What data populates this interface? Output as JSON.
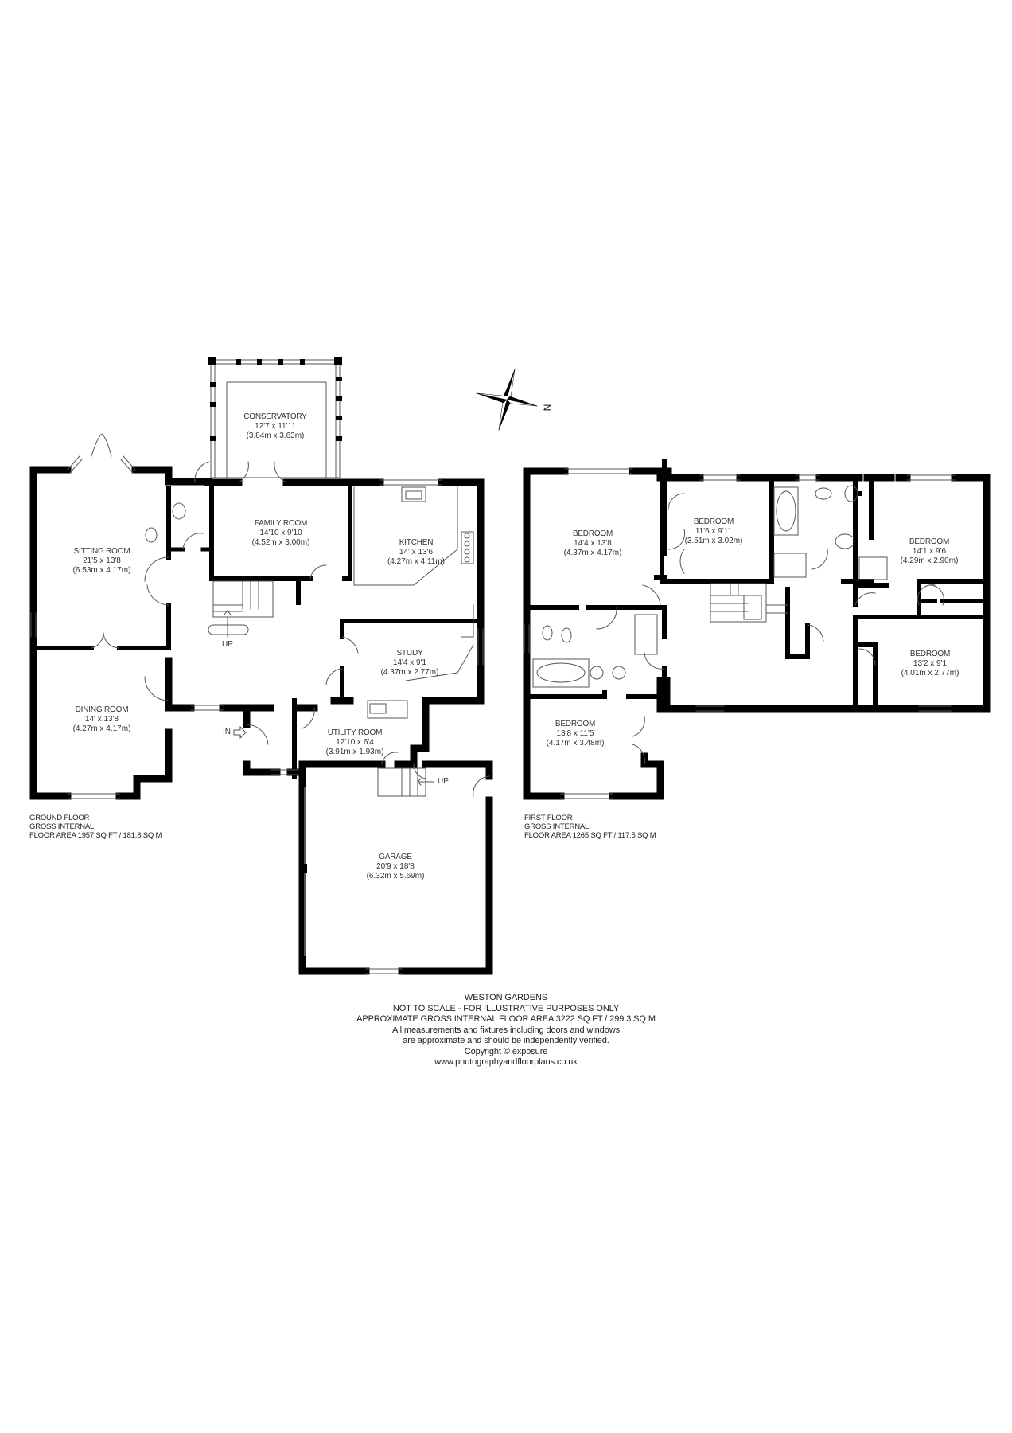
{
  "property": {
    "name": "WESTON GARDENS",
    "disclaimer_scale": "NOT TO SCALE - FOR ILLUSTRATIVE PURPOSES ONLY",
    "total_area": "APPROXIMATE GROSS INTERNAL FLOOR AREA 3222 SQ FT / 299.3 SQ M",
    "disclaimer_line1": "All measurements and fixtures including doors and windows",
    "disclaimer_line2": "are approximate and should be independently verified.",
    "copyright": "Copyright © exposure",
    "website": "www.photographyandfloorplans.co.uk"
  },
  "compass": {
    "label": "N",
    "icon": "compass-rose-icon"
  },
  "ground_floor": {
    "caption": [
      "GROUND FLOOR",
      "GROSS INTERNAL",
      "FLOOR AREA 1957 SQ FT / 181.8 SQ M"
    ],
    "rooms": [
      {
        "name": "CONSERVATORY",
        "imperial": "12'7 x 11'11",
        "metric": "(3.84m x 3.63m)"
      },
      {
        "name": "SITTING ROOM",
        "imperial": "21'5 x 13'8",
        "metric": "(6.53m x 4.17m)"
      },
      {
        "name": "FAMILY ROOM",
        "imperial": "14'10 x 9'10",
        "metric": "(4.52m x 3.00m)"
      },
      {
        "name": "KITCHEN",
        "imperial": "14' x 13'6",
        "metric": "(4.27m x 4.11m)"
      },
      {
        "name": "DINING ROOM",
        "imperial": "14' x 13'8",
        "metric": "(4.27m x 4.17m)"
      },
      {
        "name": "STUDY",
        "imperial": "14'4 x 9'1",
        "metric": "(4.37m x 2.77m)"
      },
      {
        "name": "UTILITY ROOM",
        "imperial": "12'10 x 6'4",
        "metric": "(3.91m x 1.93m)"
      },
      {
        "name": "GARAGE",
        "imperial": "20'9 x 18'8",
        "metric": "(6.32m x 5.69m)"
      }
    ],
    "stair_label": "UP",
    "garage_stair_label": "UP",
    "entrance_label": "IN"
  },
  "first_floor": {
    "caption": [
      "FIRST FLOOR",
      "GROSS INTERNAL",
      "FLOOR AREA 1265 SQ FT / 117.5 SQ M"
    ],
    "rooms": [
      {
        "name": "BEDROOM",
        "imperial": "14'4 x 13'8",
        "metric": "(4.37m x 4.17m)"
      },
      {
        "name": "BEDROOM",
        "imperial": "11'6 x 9'11",
        "metric": "(3.51m x 3.02m)"
      },
      {
        "name": "BEDROOM",
        "imperial": "14'1 x 9'6",
        "metric": "(4.29m x 2.90m)"
      },
      {
        "name": "BEDROOM",
        "imperial": "13'2 x 9'1",
        "metric": "(4.01m x 2.77m)"
      },
      {
        "name": "BEDROOM",
        "imperial": "13'8 x 11'5",
        "metric": "(4.17m x 3.48m)"
      }
    ]
  }
}
